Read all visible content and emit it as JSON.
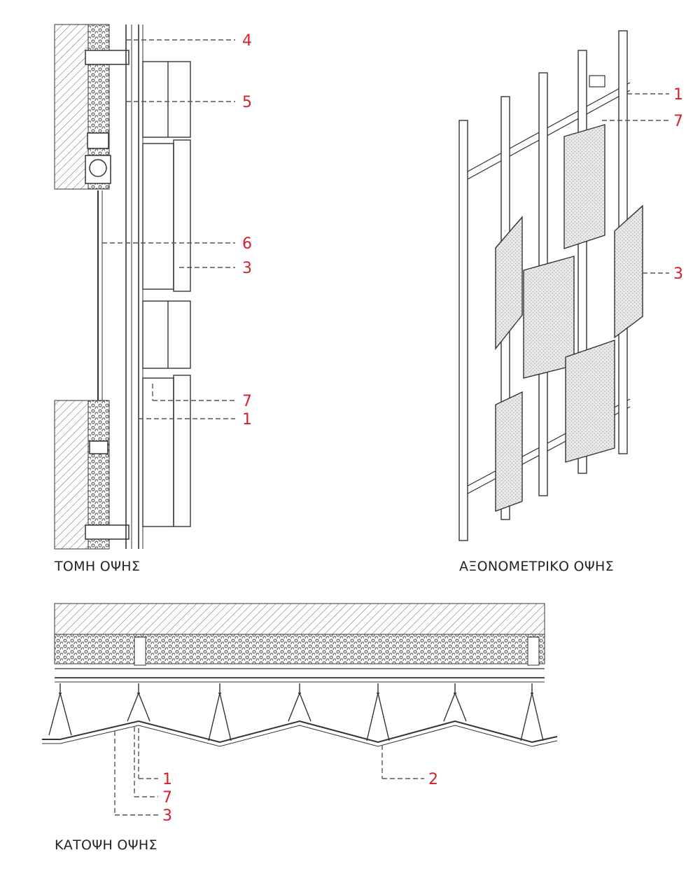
{
  "captions": {
    "section": "ΤΟΜΗ ΟΨΗΣ",
    "axonometric": "ΑΞΟΝΟΜΕΤΡΙΚΟ ΟΨΗΣ",
    "plan": "ΚΑΤΟΨΗ ΟΨΗΣ"
  },
  "section_callouts": [
    "4",
    "5",
    "6",
    "3",
    "7",
    "1"
  ],
  "axo_callouts": [
    "1",
    "7",
    "3"
  ],
  "plan_callouts": [
    "1",
    "7",
    "3",
    "2"
  ],
  "colors": {
    "callout": "#d4202a",
    "ink": "#333333",
    "panel_fill": "#e6e6e6"
  }
}
